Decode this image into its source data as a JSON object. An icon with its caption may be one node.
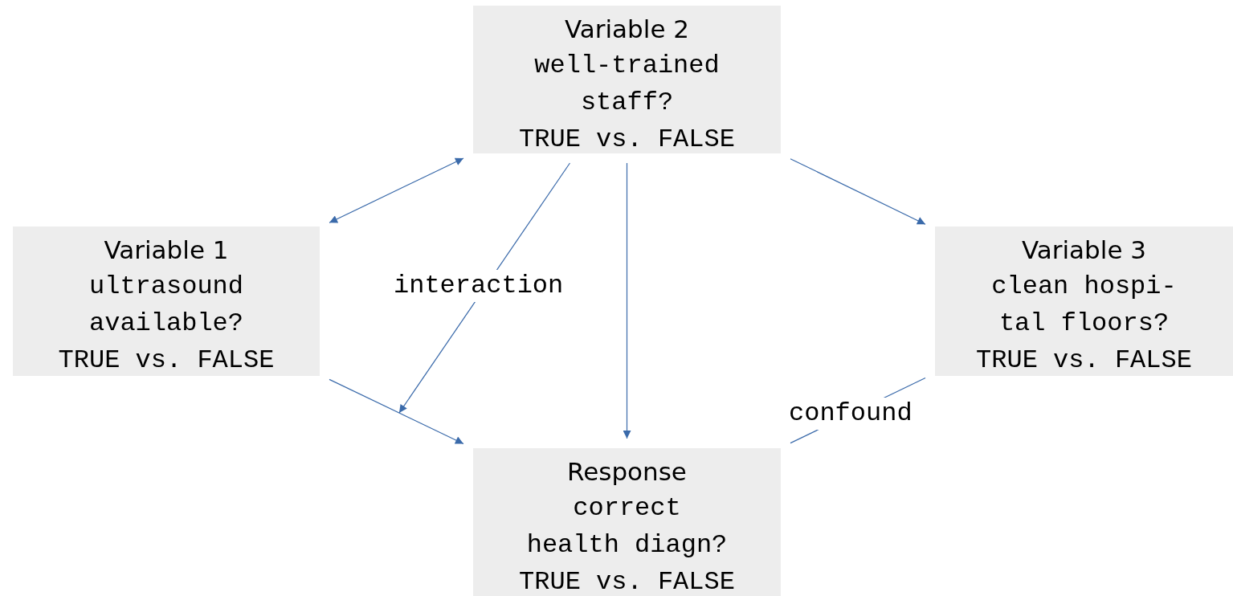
{
  "diagram": {
    "nodes": [
      {
        "text": [
          "Variable 2",
          "well-trained staff?",
          "TRUE vs. FALSE"
        ]
      },
      {
        "text": [
          "Variable 1",
          "ultrasound available?",
          "TRUE vs. FALSE"
        ]
      },
      {
        "text": [
          "Variable 3",
          "clean hospi- tal floors?",
          "TRUE vs. FALSE"
        ]
      },
      {
        "text": [
          "Response",
          "correct health diagn?",
          "TRUE vs. FALSE"
        ]
      }
    ],
    "edges": [
      {
        "from": 1,
        "to": 0,
        "arrow": "both"
      },
      {
        "from": 0,
        "to": null,
        "arrow": "to",
        "label": "interaction"
      },
      {
        "from": 0,
        "to": 3,
        "arrow": "to"
      },
      {
        "from": 0,
        "to": 2,
        "arrow": "to"
      },
      {
        "from": 1,
        "to": 3,
        "arrow": "to"
      },
      {
        "from": 2,
        "to": 3,
        "arrow": "none",
        "label": "confound"
      }
    ]
  }
}
